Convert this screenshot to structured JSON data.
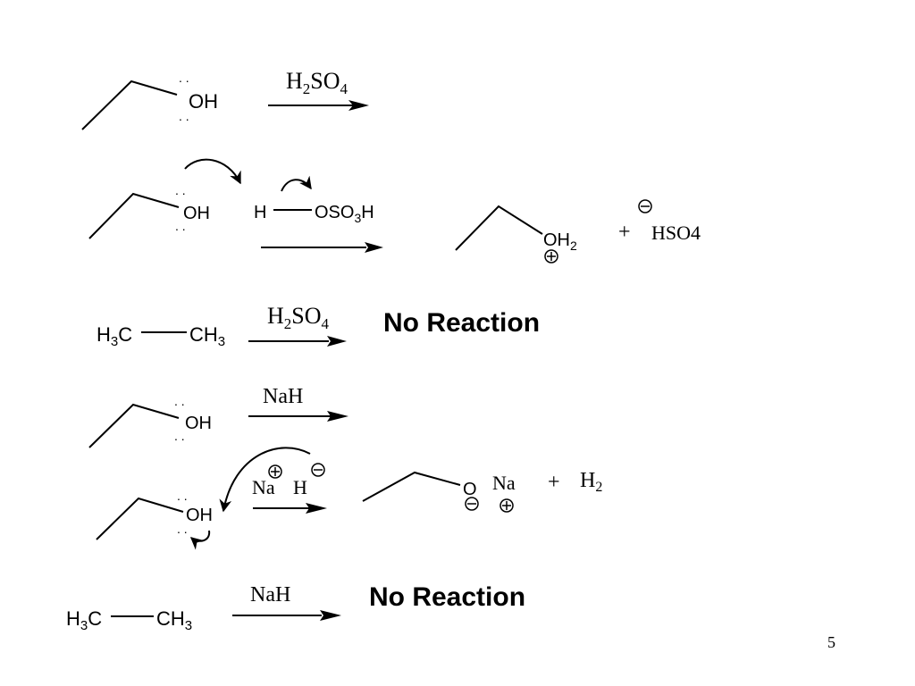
{
  "slide": {
    "page_number": "5"
  },
  "row1": {
    "alcohol_group": "OH",
    "reagent": {
      "main": "H",
      "sub1": "2",
      "mid": "SO",
      "sub2": "4"
    }
  },
  "row2": {
    "alcohol_group": "OH",
    "acid": {
      "h": "H",
      "o_part": "OSO",
      "sub": "3",
      "h_end": "H"
    },
    "product_group": {
      "main": "OH",
      "sub": "2"
    },
    "plus": "+",
    "anion": "HSO4"
  },
  "row3": {
    "ethane": {
      "left_main": "H",
      "left_sub": "3",
      "left_c": "C",
      "right_c": "CH",
      "right_sub": "3"
    },
    "reagent": {
      "main": "H",
      "sub1": "2",
      "mid": "SO",
      "sub2": "4"
    },
    "result": "No Reaction"
  },
  "row4": {
    "alcohol_group": "OH",
    "reagent": "NaH"
  },
  "row5": {
    "alcohol_group": "OH",
    "na": "Na",
    "h": "H",
    "product_o": "O",
    "product_na": "Na",
    "plus": "+",
    "h2": {
      "main": "H",
      "sub": "2"
    }
  },
  "row6": {
    "ethane": {
      "left_main": "H",
      "left_sub": "3",
      "left_c": "C",
      "right_c": "CH",
      "right_sub": "3"
    },
    "reagent": "NaH",
    "result": "No Reaction"
  }
}
